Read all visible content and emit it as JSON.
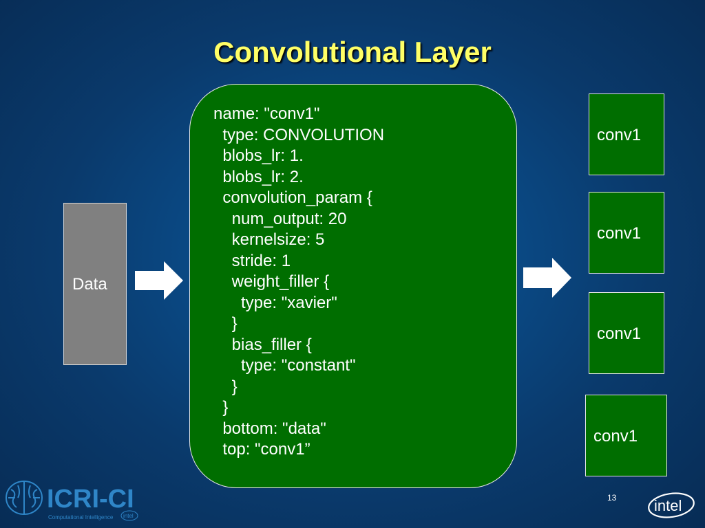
{
  "slide": {
    "title": "Convolutional Layer",
    "page_number": "13"
  },
  "diagram": {
    "input_label": "Data",
    "layer_definition": [
      "name: \"conv1\"",
      "  type: CONVOLUTION",
      "  blobs_lr: 1.",
      "  blobs_lr: 2.",
      "  convolution_param {",
      "    num_output: 20",
      "    kernelsize: 5",
      "    stride: 1",
      "    weight_filler {",
      "      type: \"xavier\"",
      "    }",
      "    bias_filler {",
      "      type: \"constant\"",
      "    }",
      "  }",
      "  bottom: \"data\"",
      "  top: \"conv1”"
    ],
    "outputs": [
      "conv1",
      "conv1",
      "conv1",
      "conv1"
    ]
  },
  "logos": {
    "org_name": "ICRI-CI",
    "org_subtitle": "Computational Intelligence",
    "sponsor_small": "intel",
    "sponsor": "intel"
  },
  "colors": {
    "background": "#0a4a86",
    "title": "#ffff66",
    "layer_fill": "#006e00",
    "data_fill": "#808080",
    "logo_blue": "#2f86c8"
  },
  "icons": [
    "right-arrow-icon",
    "brain-icon",
    "intel-logo-icon"
  ]
}
